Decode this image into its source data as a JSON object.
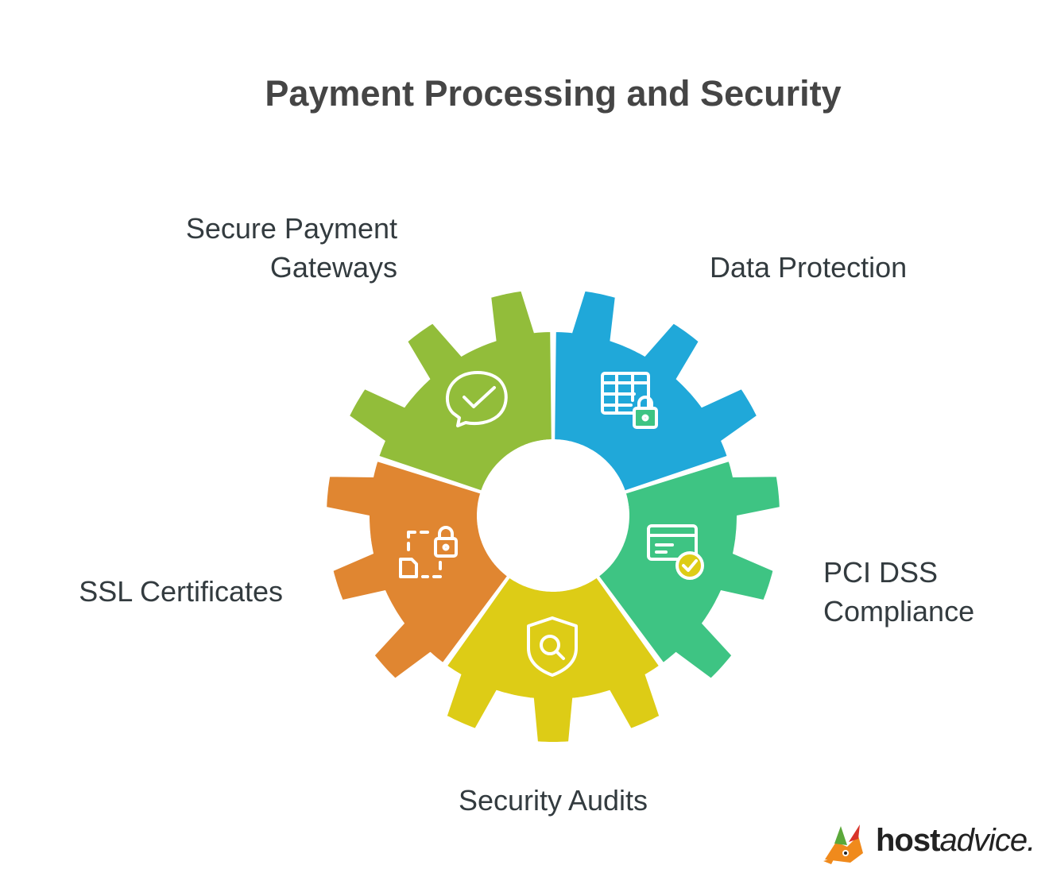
{
  "title": "Payment Processing and Security",
  "segments": [
    {
      "id": "gateways",
      "label_lines": [
        "Secure Payment",
        "Gateways"
      ],
      "color": "#20A8D9",
      "icon": "chat-check-icon"
    },
    {
      "id": "data",
      "label_lines": [
        "Data Protection"
      ],
      "color": "#3EC483",
      "icon": "table-lock-icon"
    },
    {
      "id": "pci",
      "label_lines": [
        "PCI DSS",
        "Compliance"
      ],
      "color": "#DDCC16",
      "icon": "card-check-icon"
    },
    {
      "id": "audits",
      "label_lines": [
        "Security Audits"
      ],
      "color": "#E08631",
      "icon": "shield-search-icon"
    },
    {
      "id": "ssl",
      "label_lines": [
        "SSL Certificates"
      ],
      "color": "#92BD3A",
      "icon": "file-lock-icon"
    }
  ],
  "logo": {
    "bold": "host",
    "rest": "advice."
  }
}
